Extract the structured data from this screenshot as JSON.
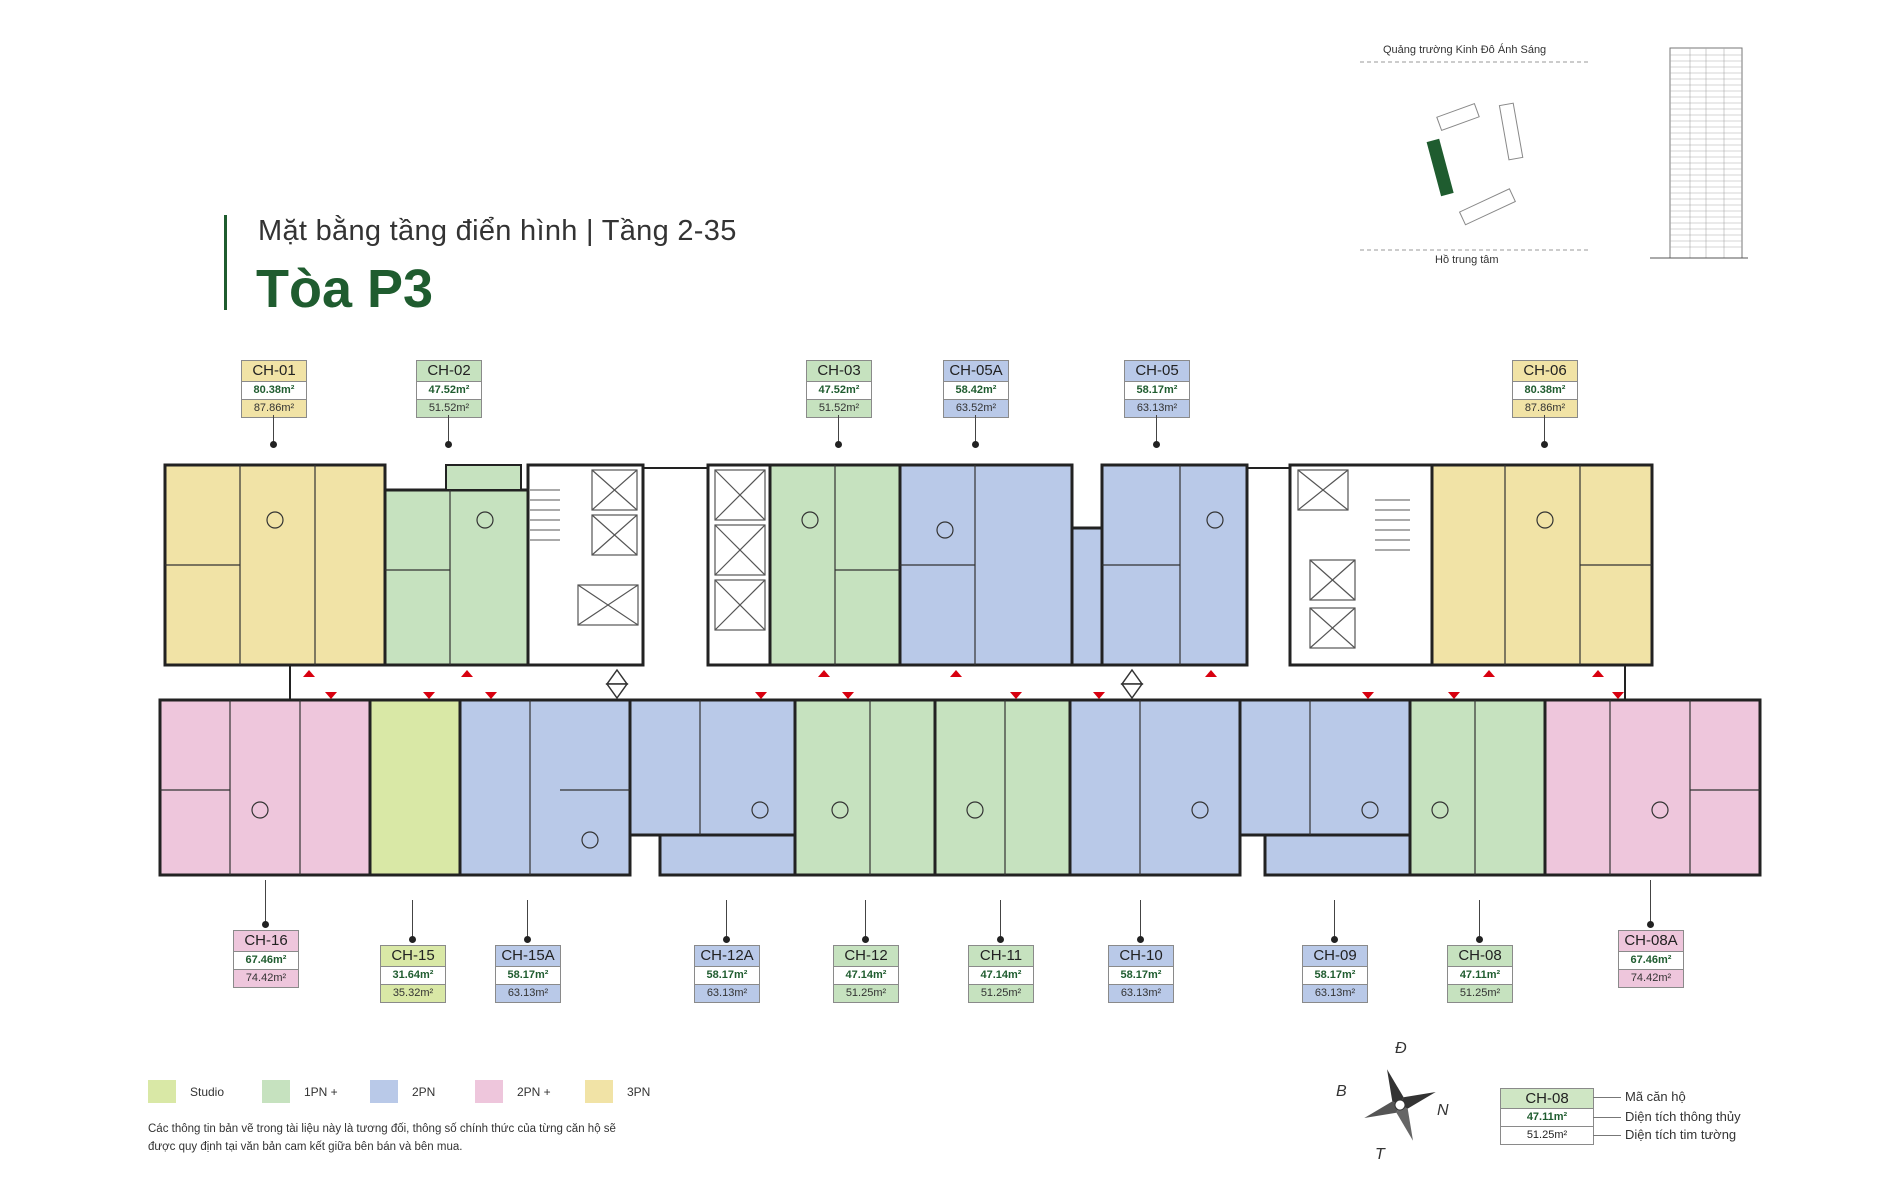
{
  "header": {
    "subtitle": "Mặt bằng tầng điển hình | Tầng 2-35",
    "title": "Tòa P3"
  },
  "site_map": {
    "top_label": "Quảng trường Kinh Đô Ánh Sáng",
    "bottom_label": "Hồ trung tâm"
  },
  "colors": {
    "studio": "#d9e8a6",
    "1pn": "#c6e2bf",
    "2pn": "#b9c9e8",
    "2pn_plus": "#eec6dc",
    "3pn": "#f1e3a6",
    "brand_green": "#1f5c2f"
  },
  "units_top": [
    {
      "code": "CH-01",
      "a1": "80.38m²",
      "a2": "87.86m²",
      "type": "3pn"
    },
    {
      "code": "CH-02",
      "a1": "47.52m²",
      "a2": "51.52m²",
      "type": "1pn"
    },
    {
      "code": "CH-03",
      "a1": "47.52m²",
      "a2": "51.52m²",
      "type": "1pn"
    },
    {
      "code": "CH-05A",
      "a1": "58.42m²",
      "a2": "63.52m²",
      "type": "2pn"
    },
    {
      "code": "CH-05",
      "a1": "58.17m²",
      "a2": "63.13m²",
      "type": "2pn"
    },
    {
      "code": "CH-06",
      "a1": "80.38m²",
      "a2": "87.86m²",
      "type": "3pn"
    }
  ],
  "units_bottom": [
    {
      "code": "CH-16",
      "a1": "67.46m²",
      "a2": "74.42m²",
      "type": "2pn_plus"
    },
    {
      "code": "CH-15",
      "a1": "31.64m²",
      "a2": "35.32m²",
      "type": "studio"
    },
    {
      "code": "CH-15A",
      "a1": "58.17m²",
      "a2": "63.13m²",
      "type": "2pn"
    },
    {
      "code": "CH-12A",
      "a1": "58.17m²",
      "a2": "63.13m²",
      "type": "2pn"
    },
    {
      "code": "CH-12",
      "a1": "47.14m²",
      "a2": "51.25m²",
      "type": "1pn"
    },
    {
      "code": "CH-11",
      "a1": "47.14m²",
      "a2": "51.25m²",
      "type": "1pn"
    },
    {
      "code": "CH-10",
      "a1": "58.17m²",
      "a2": "63.13m²",
      "type": "2pn"
    },
    {
      "code": "CH-09",
      "a1": "58.17m²",
      "a2": "63.13m²",
      "type": "2pn"
    },
    {
      "code": "CH-08",
      "a1": "47.11m²",
      "a2": "51.25m²",
      "type": "1pn"
    },
    {
      "code": "CH-08A",
      "a1": "67.46m²",
      "a2": "74.42m²",
      "type": "2pn_plus"
    }
  ],
  "legend": [
    {
      "label": "Studio",
      "type": "studio"
    },
    {
      "label": "1PN +",
      "type": "1pn"
    },
    {
      "label": "2PN",
      "type": "2pn"
    },
    {
      "label": "2PN +",
      "type": "2pn_plus"
    },
    {
      "label": "3PN",
      "type": "3pn"
    }
  ],
  "note": "Các thông tin bản vẽ trong tài liệu này là tương đối, thông số chính thức của từng căn hộ sẽ được quy định tại văn bản cam kết giữa bên bán và bên mua.",
  "compass": {
    "north": "Đ",
    "west": "B",
    "east": "N",
    "south": "T"
  },
  "key": {
    "code": "CH-08",
    "a1": "47.11m²",
    "a2": "51.25m²",
    "code_label": "Mã căn hộ",
    "a1_label": "Diện tích thông thủy",
    "a2_label": "Diện tích tim tường"
  }
}
